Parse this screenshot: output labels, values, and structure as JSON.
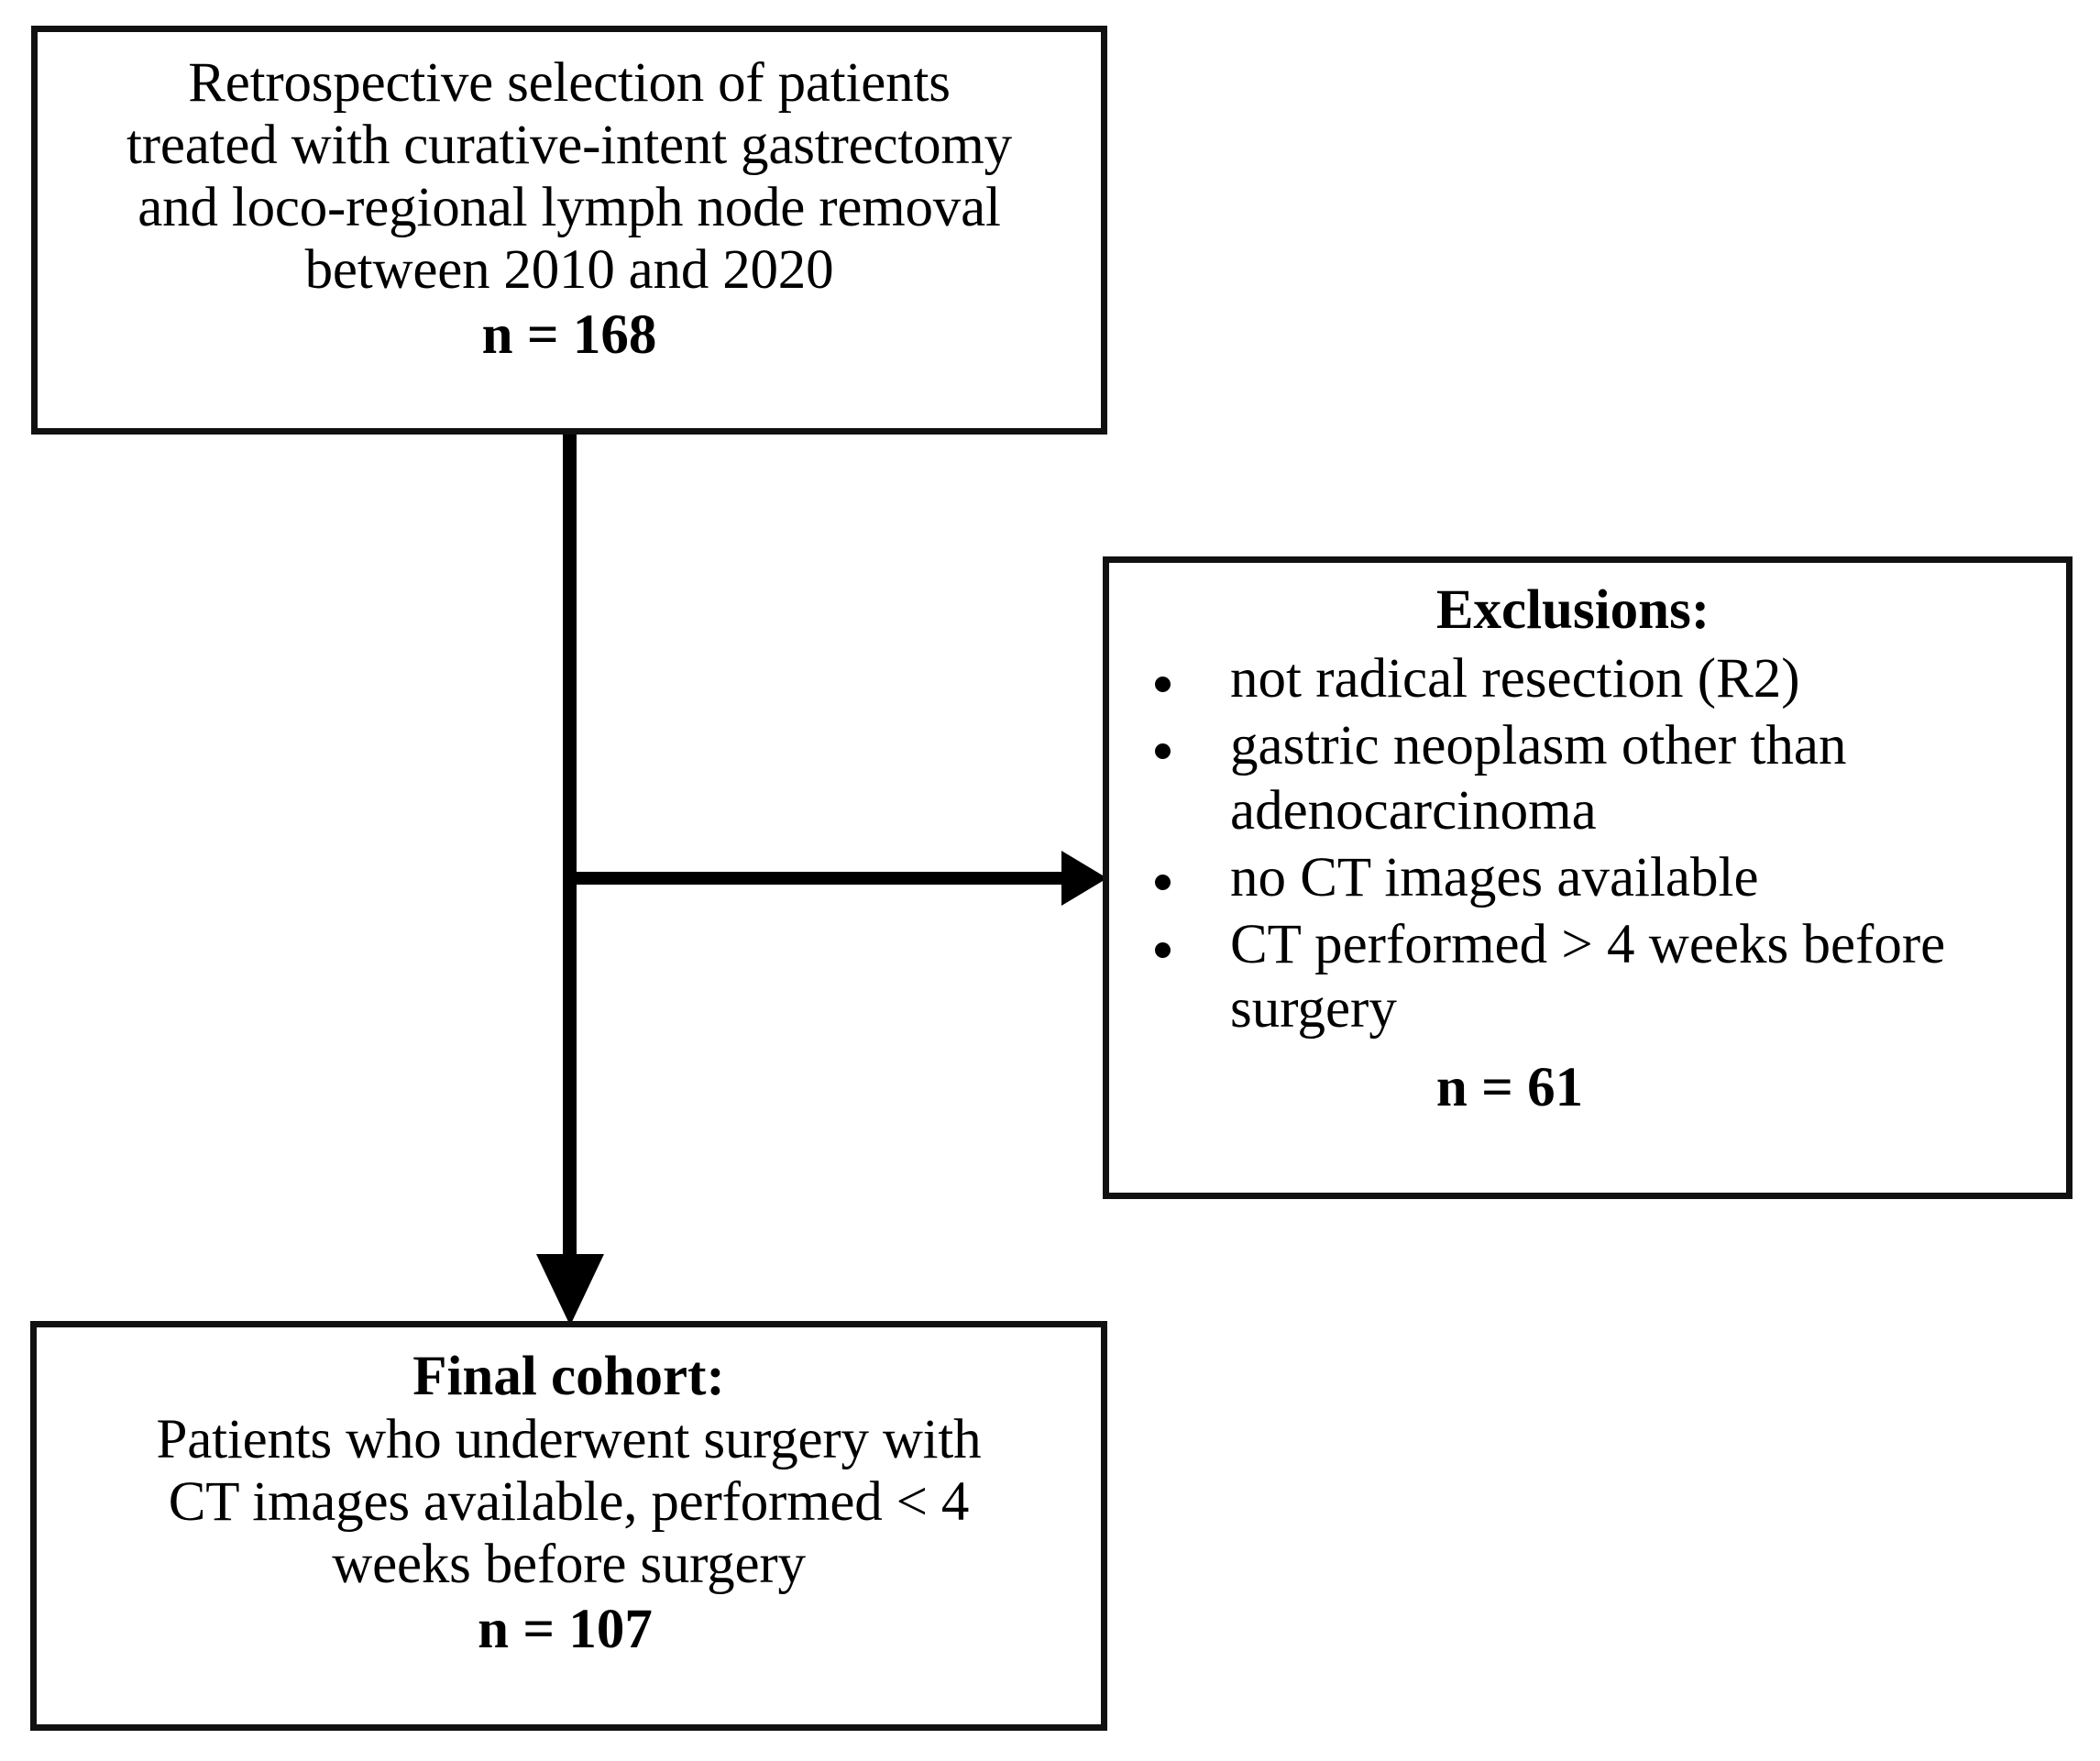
{
  "diagram": {
    "type": "patient-selection-flowchart",
    "colors": {
      "box_border": "#111111",
      "connector": "#000000",
      "background": "#ffffff",
      "text": "#000000"
    },
    "source_box": {
      "lines": [
        "Retrospective selection of patients",
        "treated with curative-intent gastrectomy",
        "and loco-regional lymph node removal",
        "between 2010 and 2020"
      ],
      "count": "n = 168"
    },
    "exclusions_box": {
      "heading": "Exclusions:",
      "items": [
        "not radical resection (R2)",
        "gastric neoplasm other than adenocarcinoma",
        "no CT images available",
        "CT performed > 4 weeks before surgery"
      ],
      "count": "n = 61"
    },
    "final_box": {
      "heading": "Final cohort:",
      "lines": [
        "Patients who underwent surgery with",
        "CT images available, performed < 4",
        "weeks before surgery"
      ],
      "count": "n = 107"
    },
    "connectors": {
      "trunk_label": "source-to-final-cohort",
      "branch_label": "source-to-exclusions"
    }
  }
}
